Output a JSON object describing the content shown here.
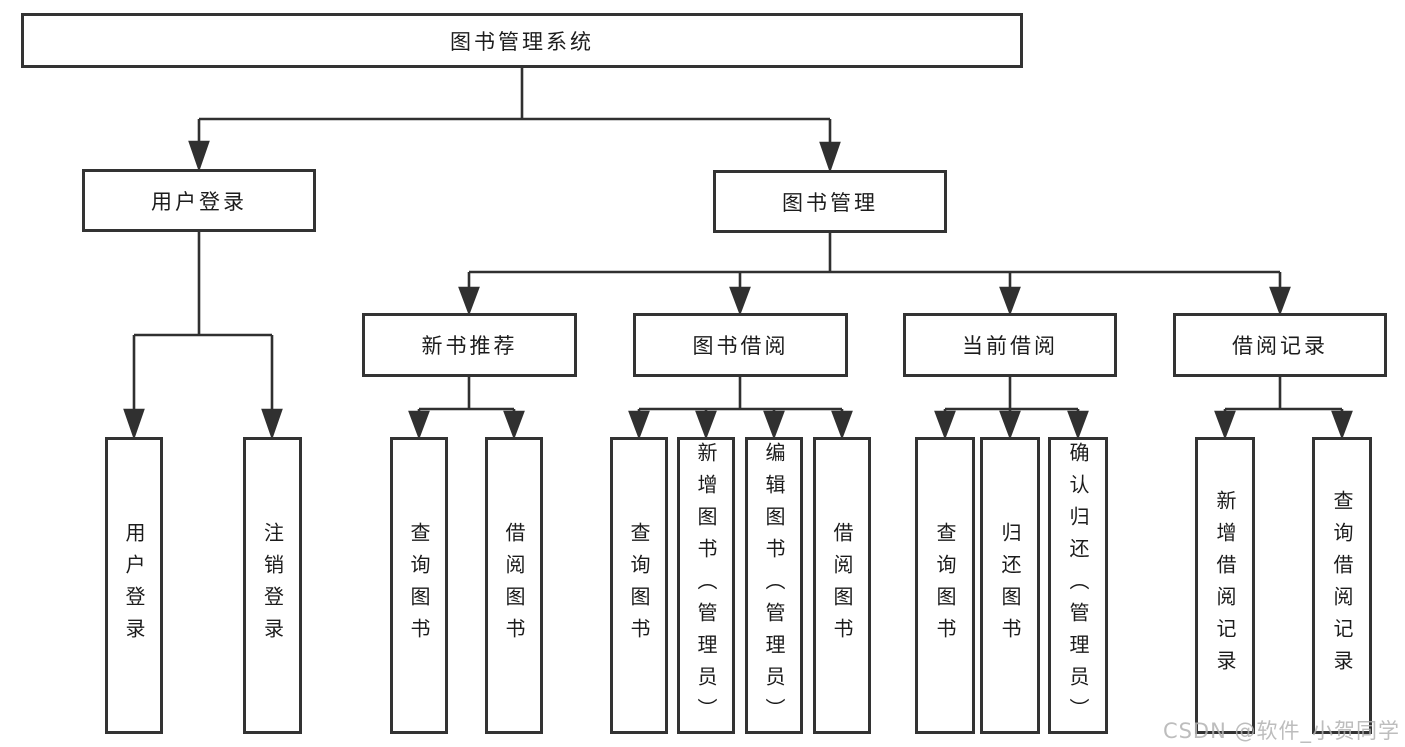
{
  "nodes": {
    "root": {
      "label": "图书管理系统"
    },
    "user_login": {
      "label": "用户登录"
    },
    "book_mgmt": {
      "label": "图书管理"
    },
    "new_book_rec": {
      "label": "新书推荐"
    },
    "book_borrow": {
      "label": "图书借阅"
    },
    "current_borrow": {
      "label": "当前借阅"
    },
    "borrow_record": {
      "label": "借阅记录"
    },
    "leaves": [
      {
        "label": "用户登录"
      },
      {
        "label": "注销登录"
      },
      {
        "label": "查询图书"
      },
      {
        "label": "借阅图书"
      },
      {
        "label": "查询图书"
      },
      {
        "label": "新增图书（管理员）"
      },
      {
        "label": "编辑图书（管理员）"
      },
      {
        "label": "借阅图书"
      },
      {
        "label": "查询图书"
      },
      {
        "label": "归还图书"
      },
      {
        "label": "确认归还（管理员）"
      },
      {
        "label": "新增借阅记录"
      },
      {
        "label": "查询借阅记录"
      }
    ]
  },
  "watermark": {
    "text": "CSDN @软件_小贺同学"
  },
  "colors": {
    "line": "#303030",
    "box_border": "#333333",
    "text": "#1c1c1c",
    "watermark_text": "#b2b2b2"
  }
}
